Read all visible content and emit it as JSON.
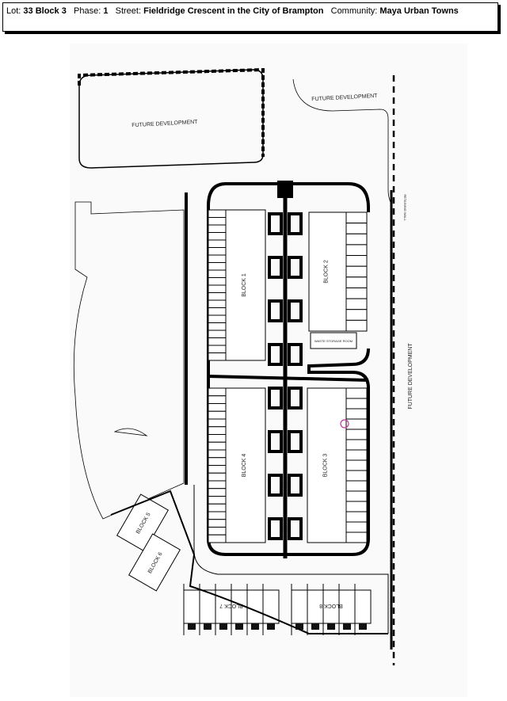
{
  "header": {
    "lot_label": "Lot:",
    "lot_value": "33 Block 3",
    "phase_label": "Phase:",
    "phase_value": "1",
    "street_label": "Street:",
    "street_value": "Fieldridge Crescent in the City of Brampton",
    "community_label": "Community:",
    "community_value": "Maya Urban Towns"
  },
  "site_plan": {
    "future_dev_1": "FUTURE DEVELOPMENT",
    "future_dev_2": "FUTURE DEVELOPMENT",
    "future_dev_3": "FUTURE DEVELOPMENT",
    "retaining_wall": "RETAINING WALL",
    "waste_room": "WASTE STORAGE ROOM",
    "blocks": [
      "BLOCK 1",
      "BLOCK 2",
      "BLOCK 3",
      "BLOCK 4",
      "BLOCK 5",
      "BLOCK 6",
      "BLOCK 7",
      "BLOCK 8"
    ],
    "highlight_color": "#c0399a"
  }
}
